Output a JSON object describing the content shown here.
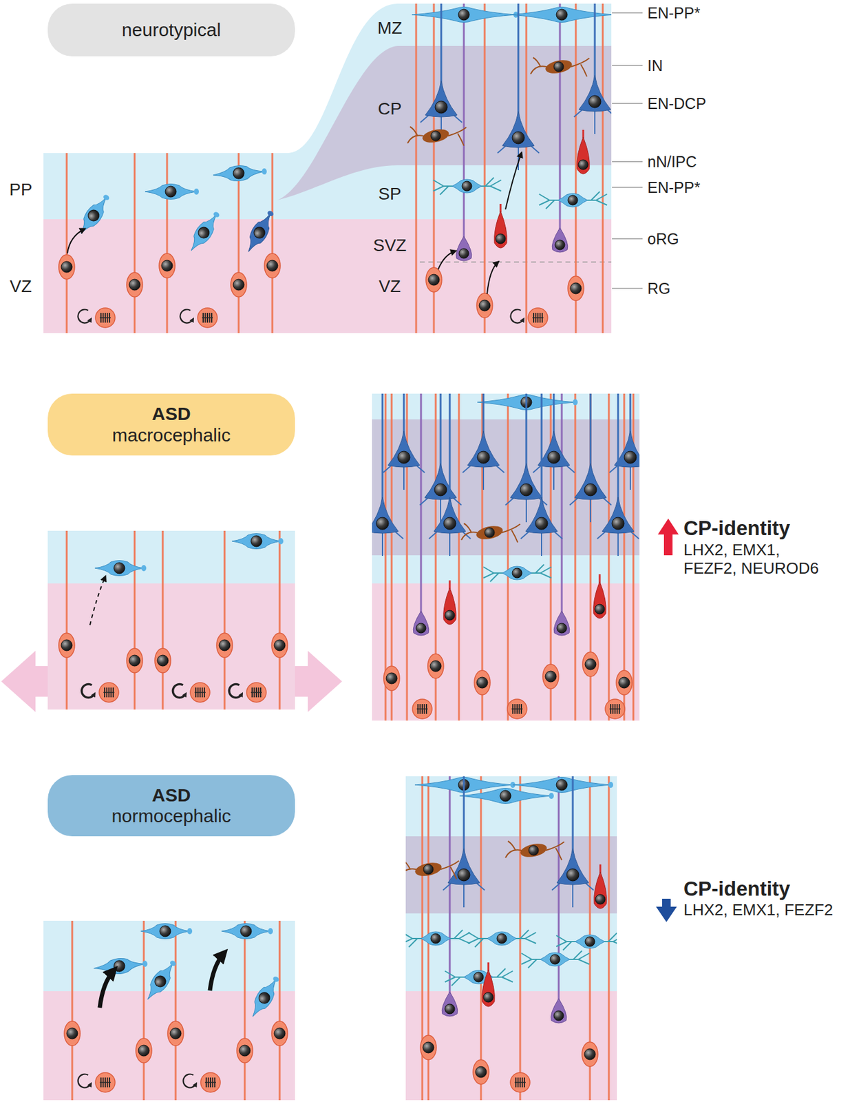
{
  "diagram": {
    "nodes": [
      {
        "text": [
          "neurotypical"
        ]
      },
      {
        "text": [
          "ASD",
          "macrocephalic"
        ]
      },
      {
        "text": [
          "ASD",
          "normocephalic"
        ]
      }
    ],
    "labels": [
      "MZ",
      "EN-PP*",
      "IN",
      "CP",
      "EN-DCP",
      "nN/IPC",
      "PP",
      "SP",
      "EN-PP*",
      "SVZ",
      "oRG",
      "VZ",
      "VZ",
      "RG",
      "CP-identity",
      "LHX2, EMX1, FEZF2, NEUROD6",
      "CP-identity",
      "LHX2, EMX1, FEZF2"
    ]
  }
}
